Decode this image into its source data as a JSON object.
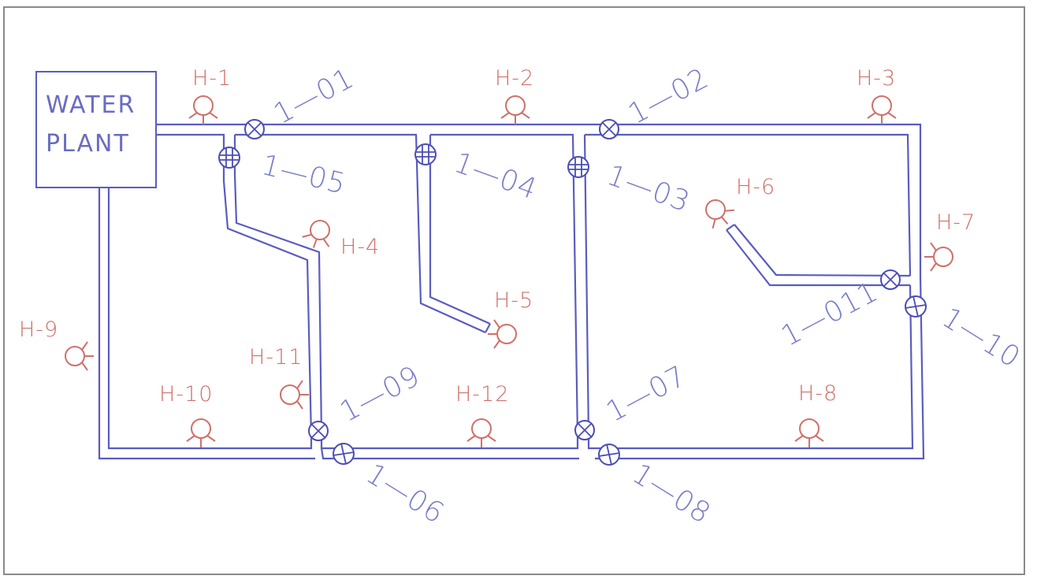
{
  "diagram": {
    "type": "water distribution network schematic",
    "plant": {
      "line1": "WATER",
      "line2": "PLANT"
    },
    "hydrants": [
      {
        "id": "H-1",
        "label": "H-1"
      },
      {
        "id": "H-2",
        "label": "H-2"
      },
      {
        "id": "H-3",
        "label": "H-3"
      },
      {
        "id": "H-4",
        "label": "H-4"
      },
      {
        "id": "H-5",
        "label": "H-5"
      },
      {
        "id": "H-6",
        "label": "H-6"
      },
      {
        "id": "H-7",
        "label": "H-7"
      },
      {
        "id": "H-8",
        "label": "H-8"
      },
      {
        "id": "H-9",
        "label": "H-9"
      },
      {
        "id": "H-10",
        "label": "H-10"
      },
      {
        "id": "H-11",
        "label": "H-11"
      },
      {
        "id": "H-12",
        "label": "H-12"
      }
    ],
    "valves": [
      {
        "id": "1-01",
        "label": "1—01",
        "kind": "x"
      },
      {
        "id": "1-02",
        "label": "1—02",
        "kind": "x"
      },
      {
        "id": "1-03",
        "label": "1—03",
        "kind": "grid"
      },
      {
        "id": "1-04",
        "label": "1—04",
        "kind": "grid"
      },
      {
        "id": "1-05",
        "label": "1—05",
        "kind": "grid"
      },
      {
        "id": "1-06",
        "label": "1—06",
        "kind": "plus"
      },
      {
        "id": "1-07",
        "label": "1—07",
        "kind": "x"
      },
      {
        "id": "1-08",
        "label": "1—08",
        "kind": "plus"
      },
      {
        "id": "1-09",
        "label": "1—09",
        "kind": "x"
      },
      {
        "id": "1-10",
        "label": "1—10",
        "kind": "plus"
      },
      {
        "id": "1-011",
        "label": "1—011",
        "kind": "x"
      }
    ],
    "colors": {
      "pipe": "#5a5cc0",
      "valve": "#4b4db5",
      "hydrant": "#d0706a",
      "pipe_label": "#7a7cc8",
      "frame": "#8a8a8a"
    }
  }
}
